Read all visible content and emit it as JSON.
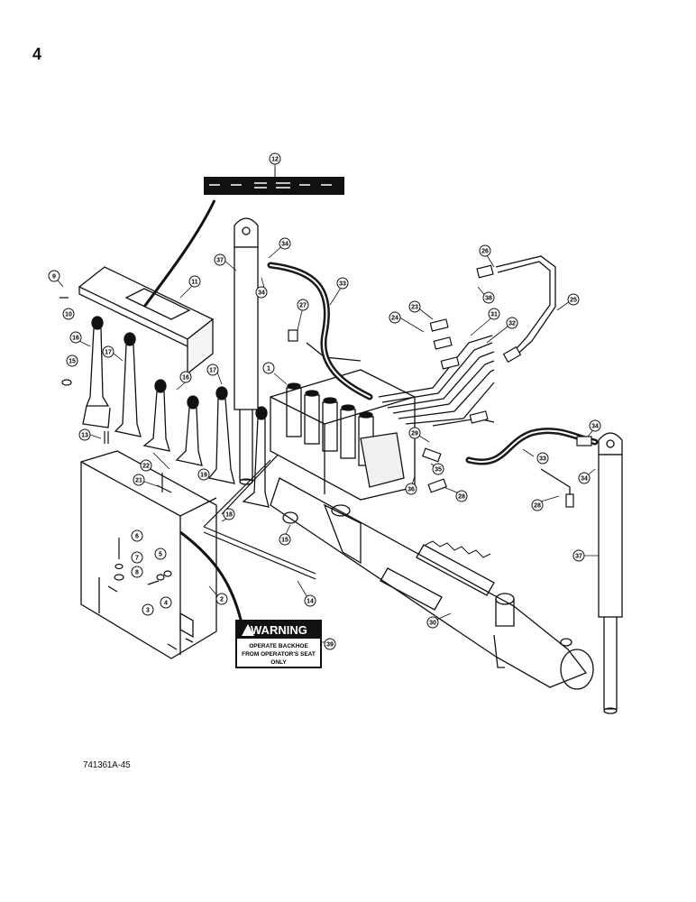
{
  "page": {
    "number": "4",
    "figure_id": "741361A-45"
  },
  "warning_decal": {
    "title": "WARNING",
    "lines": [
      "OPERATE BACKHOE",
      "FROM OPERATOR'S SEAT",
      "ONLY"
    ]
  },
  "callouts": [
    "1",
    "2",
    "3",
    "4",
    "5",
    "6",
    "7",
    "8",
    "9",
    "10",
    "11",
    "12",
    "13",
    "14",
    "15",
    "16",
    "17",
    "18",
    "19",
    "21",
    "22",
    "23",
    "24",
    "25",
    "26",
    "27",
    "28",
    "29",
    "30",
    "31",
    "32",
    "33",
    "34",
    "35",
    "36",
    "37",
    "38",
    "39"
  ],
  "colors": {
    "ink": "#111111",
    "paper": "#ffffff",
    "hose": "#1a1a1a"
  }
}
